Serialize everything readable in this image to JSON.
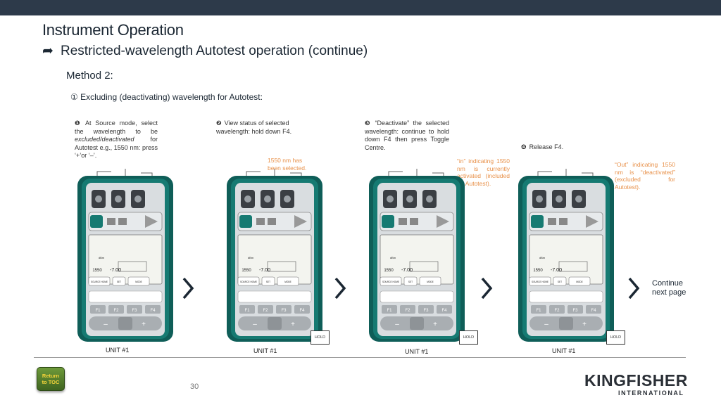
{
  "header": {
    "title": "Instrument Operation",
    "subtitle": "Restricted-wavelength Autotest operation (continue)",
    "method": "Method 2:",
    "section": "① Excluding (deactivating) wavelength for Autotest:"
  },
  "steps": [
    {
      "num": "❶",
      "text_a": "At Source mode, select the wavelength to be ",
      "text_em": "excluded/deactivated",
      "text_b": " for Autotest e.g., 1550 nm: press ‘+’or ‘–’."
    },
    {
      "num": "❷",
      "text_a": "View status of selected wavelength: hold down F4.",
      "text_em": "",
      "text_b": ""
    },
    {
      "num": "❸",
      "text_a": "“Deactivate” the selected wavelength: continue to hold down F4 then press Toggle Centre.",
      "text_em": "",
      "text_b": ""
    },
    {
      "num": "❹",
      "text_a": "Release F4.",
      "text_em": "",
      "text_b": ""
    }
  ],
  "callouts": [
    "1550 nm has been selected.",
    "“in” indicating 1550 nm is currently activated (included for Autotest).",
    "“Out” indicating 1550 nm is “deactivated” (excluded for Autotest)."
  ],
  "device": {
    "f_keys": [
      "F1",
      "F2",
      "F3",
      "F4"
    ],
    "minus": "–",
    "plus": "+",
    "lcd_value": "1550",
    "lcd_reading": "-7.00",
    "lcd_unit": "dBm",
    "btn_source_home": "SOURCE HOME",
    "btn_set": "SET",
    "btn_mode": "MODE",
    "hold_label": "HOLD"
  },
  "units": [
    "UNIT #1",
    "UNIT #1",
    "UNIT #1",
    "UNIT #1"
  ],
  "continue": {
    "line1": "Continue",
    "line2": "next page"
  },
  "footer": {
    "toc_line1": "Return",
    "toc_line2": "to TOC",
    "page_number": "30",
    "logo_word": "KINGFISHER",
    "logo_sub": "INTERNATIONAL"
  },
  "colors": {
    "device_body": "#167a72",
    "device_grip": "#0f5e58",
    "panel": "#d9dde0",
    "callout": "#e8914a",
    "topbar": "#2d3a4a"
  }
}
